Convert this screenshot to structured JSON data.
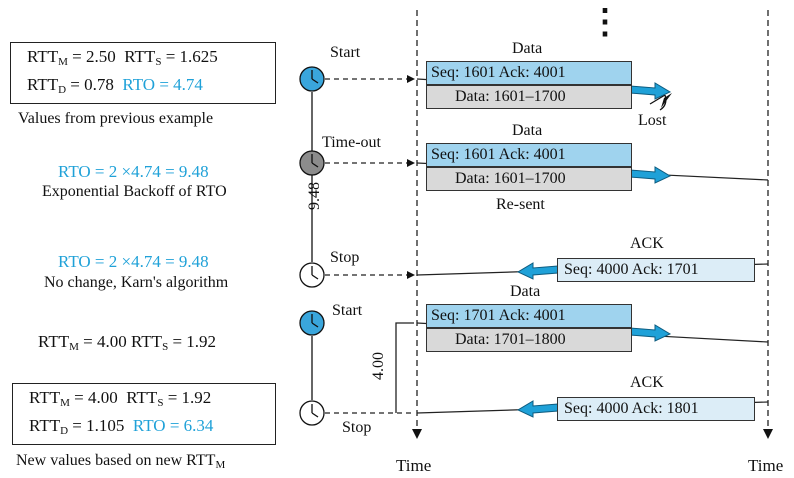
{
  "left_panel": {
    "box1": {
      "line1_a": "RTT",
      "line1_a_sub": "M",
      "line1_a_val": " = 2.50  ",
      "line1_b": "RTT",
      "line1_b_sub": "S",
      "line1_b_val": " = 1.625",
      "line2_a": "RTT",
      "line2_a_sub": "D",
      "line2_a_val": " = 0.78  ",
      "line2_rto": "RTO = 4.74"
    },
    "caption1": "Values from previous example",
    "rto_backoff": "RTO = 2 ×4.74 = 9.48",
    "backoff_caption": "Exponential Backoff of RTO",
    "rto_nochange": "RTO = 2 ×4.74 = 9.48",
    "nochange_caption": "No change, Karn's algorithm",
    "rtt_line": {
      "a": "RTT",
      "a_sub": "M",
      "a_val": " = 4.00 ",
      "b": "RTT",
      "b_sub": "S",
      "b_val": " = 1.92"
    },
    "box2": {
      "line1_a": "RTT",
      "line1_a_sub": "M",
      "line1_a_val": " = 4.00  ",
      "line1_b": "RTT",
      "line1_b_sub": "S",
      "line1_b_val": " = 1.92",
      "line2_a": "RTT",
      "line2_a_sub": "D",
      "line2_a_val": " = 1.105  ",
      "line2_rto": "RTO = 6.34"
    },
    "caption2": "New values based on new RTT",
    "caption2_sub": "M"
  },
  "timer_labels": {
    "start1": "Start",
    "timeout": "Time-out",
    "duration1": "9.48",
    "stop1": "Stop",
    "start2": "Start",
    "duration2": "4.00",
    "stop2": "Stop"
  },
  "segments": [
    {
      "title": "Data",
      "seq_ack": "Seq: 1601   Ack: 4001",
      "data": "Data: 1601–1700",
      "note": "Lost"
    },
    {
      "title": "Data",
      "seq_ack": "Seq: 1601   Ack: 4001",
      "data": "Data: 1601–1700",
      "note": "Re-sent"
    },
    {
      "title": "Data",
      "seq_ack": "Seq: 1701   Ack: 4001",
      "data": "Data: 1701–1800",
      "note": ""
    }
  ],
  "acks": [
    {
      "title": "ACK",
      "text": "Seq: 4000   Ack: 1701"
    },
    {
      "title": "ACK",
      "text": "Seq: 4000   Ack: 1801"
    }
  ],
  "ellipsis": "⋮",
  "axis_labels": {
    "left": "Time",
    "right": "Time"
  },
  "colors": {
    "accent": "#1fa1d8",
    "timer_fill": "#3aa6dc",
    "timeout_fill": "#8c8c8c",
    "segment_header": "#9fd3ee",
    "segment_body": "#d9d9d9",
    "ack_fill": "#dcedf7"
  }
}
